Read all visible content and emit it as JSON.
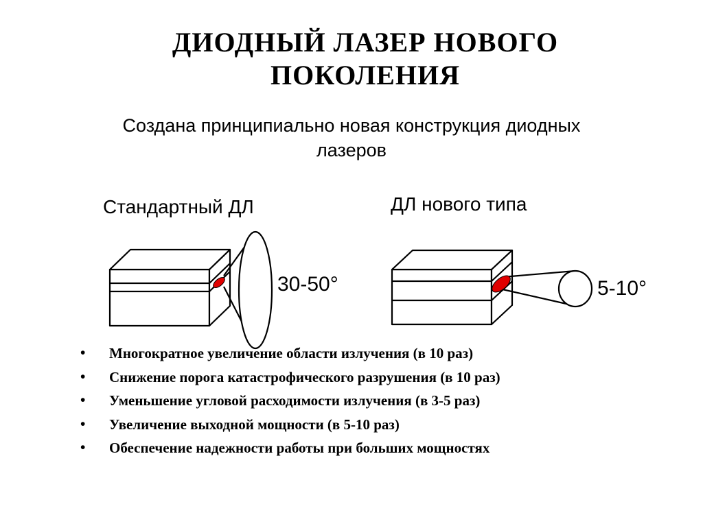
{
  "slide": {
    "title_line1": "ДИОДНЫЙ  ЛАЗЕР  НОВОГО",
    "title_line2": "ПОКОЛЕНИЯ",
    "subtitle_line1": "Создана принципиально новая конструкция диодных",
    "subtitle_line2": "лазеров"
  },
  "diagram": {
    "standard_label": "Стандартный ДЛ",
    "standard_angle": "30-50°",
    "new_label": "ДЛ нового типа",
    "new_angle": "5-10°",
    "emitter_color": "#e00000"
  },
  "bullets": {
    "marker": "•",
    "items": [
      "Многократное увеличение области излучения (в 10 раз)",
      "Снижение порога катастрофического разрушения (в 10 раз)",
      "Уменьшение угловой расходимости излучения (в 3-5 раз)",
      "Увеличение выходной мощности (в 5-10 раз)",
      "Обеспечение надежности работы при больших мощностях"
    ]
  }
}
